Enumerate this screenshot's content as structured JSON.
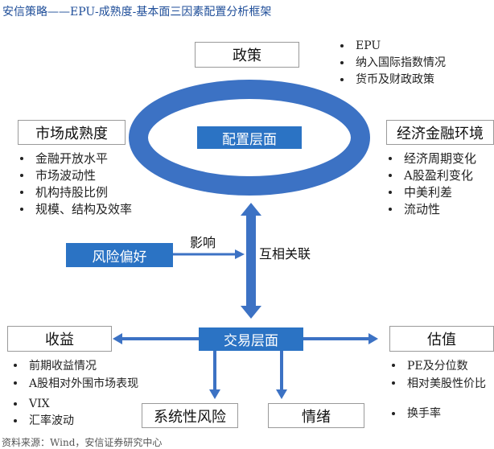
{
  "title": "安信策略——EPU-成熟度-基本面三因素配置分析框架",
  "policy": {
    "label": "政策",
    "items": [
      "EPU",
      "纳入国际指数情况",
      "货币及财政政策"
    ]
  },
  "core": {
    "label": "配置层面"
  },
  "market_maturity": {
    "label": "市场成熟度",
    "items": [
      "金融开放水平",
      "市场波动性",
      "机构持股比例",
      "规模、结构及效率"
    ]
  },
  "economic_env": {
    "label": "经济金融环境",
    "items": [
      "经济周期变化",
      "A股盈利变化",
      "中美利差",
      "流动性"
    ]
  },
  "risk_preference": {
    "label": "风险偏好"
  },
  "influence_label": "影响",
  "interrelation_label": "互相关联",
  "trading": {
    "label": "交易层面"
  },
  "returns": {
    "label": "收益",
    "items": [
      "前期收益情况",
      "A股相对外围市场表现"
    ],
    "extra_items": [
      "VIX",
      "汇率波动"
    ]
  },
  "valuation": {
    "label": "估值",
    "items": [
      "PE及分位数",
      "相对美股性价比"
    ],
    "extra_items": [
      "换手率"
    ]
  },
  "systemic_risk": {
    "label": "系统性风险"
  },
  "sentiment": {
    "label": "情绪"
  },
  "source_text": "资料来源：Wind，安信证券研究中心",
  "colors": {
    "accent": "#2b73c4",
    "ring": "#3c72c4",
    "title": "#1f4e99"
  }
}
